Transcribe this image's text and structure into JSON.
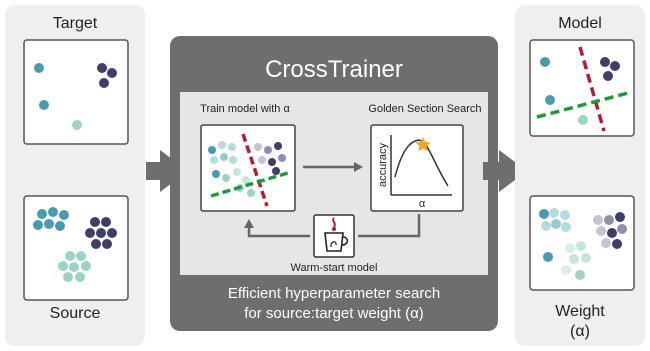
{
  "left_panel": {
    "target_label": "Target",
    "source_label": "Source"
  },
  "center_panel": {
    "title": "CrossTrainer",
    "train_label": "Train model with α",
    "search_label": "Golden Section Search",
    "accuracy_axis": "accuracy",
    "alpha_axis": "α",
    "warm_start_label": "Warm-start model",
    "footer_line1": "Efficient hyperparameter search",
    "footer_line2": "for source:target weight (α)"
  },
  "right_panel": {
    "model_label": "Model",
    "weight_label": "Weight",
    "weight_symbol": "(α)"
  },
  "colors": {
    "panel_bg": "#efefef",
    "center_bg": "#6e6e6e",
    "inner_bg": "#e6e6e6",
    "teal": "#4a9bb0",
    "navy": "#3f3f68",
    "mint": "#9fd2c6",
    "red": "#b21f2c",
    "green": "#1c9a3a",
    "star": "#f2a52b"
  },
  "icons": {
    "warm_start": "coffee-cup-icon",
    "optimum": "star-icon"
  }
}
